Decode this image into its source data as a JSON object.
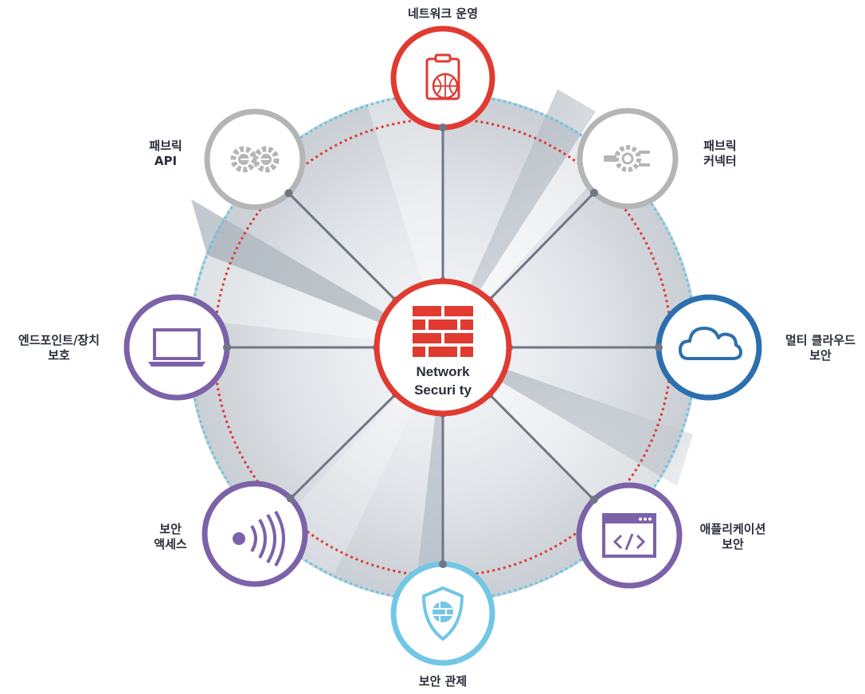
{
  "hub": {
    "line1": "Network",
    "line2": "Securi ty"
  },
  "nodes": [
    {
      "id": "network-operations",
      "lines": [
        "네트워크 운영"
      ],
      "icon": "clipboard-globe-icon",
      "color": "#e03a31"
    },
    {
      "id": "fabric-connector",
      "lines": [
        "패브릭",
        "커넥터"
      ],
      "icon": "plug-gear-icon",
      "color": "#b5b5b8"
    },
    {
      "id": "multi-cloud-security",
      "lines": [
        "멀티 클라우드",
        "보안"
      ],
      "icon": "cloud-icon",
      "color": "#2c6fae"
    },
    {
      "id": "application-security",
      "lines": [
        "애플리케이션",
        "보안"
      ],
      "icon": "code-window-icon",
      "color": "#7c62a8"
    },
    {
      "id": "security-operations",
      "lines": [
        "보안 관제"
      ],
      "icon": "shield-firewall-icon",
      "color": "#72c6e6"
    },
    {
      "id": "secure-access",
      "lines": [
        "보안",
        "액세스"
      ],
      "icon": "wireless-signal-icon",
      "color": "#7c62a8"
    },
    {
      "id": "endpoint-protection",
      "lines": [
        "엔드포인트/장치",
        "보호"
      ],
      "icon": "laptop-icon",
      "color": "#7c62a8"
    },
    {
      "id": "fabric-api",
      "lines": [
        "패브릭",
        "API"
      ],
      "icon": "gears-icon",
      "color": "#b5b5b8"
    }
  ],
  "colors": {
    "hub": "#e03a31",
    "spoke": "#6f7685",
    "orbit_red": "#e03a31",
    "orbit_blue": "#5cc8ea",
    "text": "#2a2e3a"
  }
}
